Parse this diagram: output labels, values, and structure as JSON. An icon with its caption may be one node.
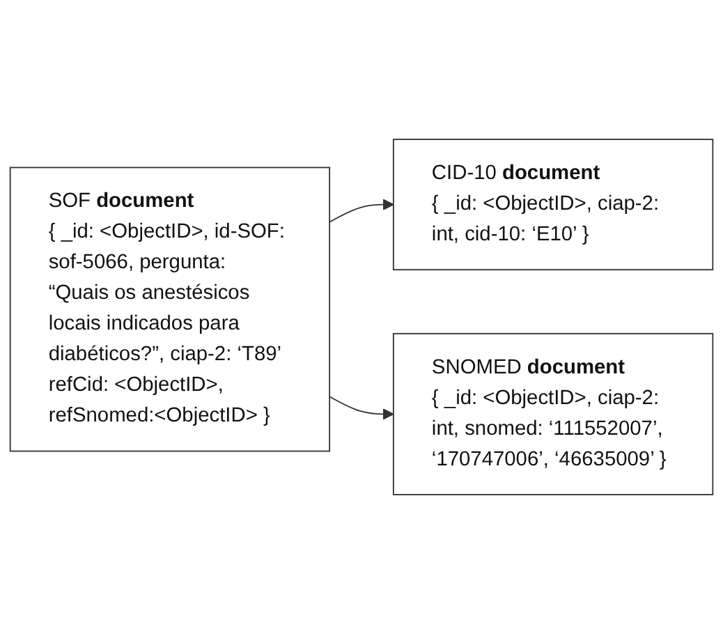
{
  "diagram": {
    "nodes": [
      {
        "text": [
          "SOF **document**",
          "{ _id: <ObjectID>, id-SOF: sof-5066, pergunta: “Quais os anestésicos locais indicados para diabéticos?”, ciap-2: ‘T89’ refCid: <ObjectID>, refSnomed:<ObjectID> }"
        ]
      },
      {
        "text": [
          "CID-10 **document**",
          "{ _id: <ObjectID>, ciap-2: int, cid-10: ‘E10’ }"
        ]
      },
      {
        "text": [
          "SNOMED **document**",
          "{ _id: <ObjectID>, ciap-2: int, snomed: ‘111552007’, ‘170747006’, ‘46635009’ }"
        ]
      }
    ],
    "edges": [
      {
        "from": 0,
        "to": 1,
        "arrow": "to"
      },
      {
        "from": 0,
        "to": 2,
        "arrow": "to"
      }
    ]
  }
}
